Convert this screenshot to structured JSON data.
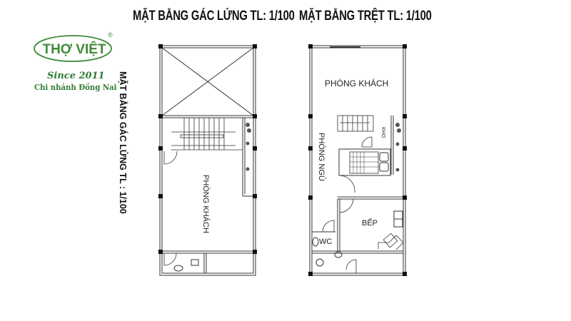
{
  "titles": {
    "mezzanine": "MẶT BẰNG GÁC LỬNG TL: 1/100",
    "ground": "MẶT BẰNG TRỆT TL: 1/100"
  },
  "logo": {
    "brand": "THỢ VIỆT",
    "registered": "®",
    "since": "Since 2011",
    "branch": "Chi nhánh Đồng Nai",
    "color": "#2e7d32"
  },
  "side_label": "MẶT BẰNG GÁC LỬNG  TL : 1/100",
  "mezzanine_plan": {
    "rooms": [
      {
        "label": "PHÒNG KHÁCH"
      }
    ]
  },
  "ground_plan": {
    "rooms": [
      {
        "label": "PHÒNG KHÁCH"
      },
      {
        "label": "PHÒNG NGỦ"
      },
      {
        "label": "BẾP"
      },
      {
        "label": "WC"
      },
      {
        "label": "KHO"
      }
    ]
  }
}
